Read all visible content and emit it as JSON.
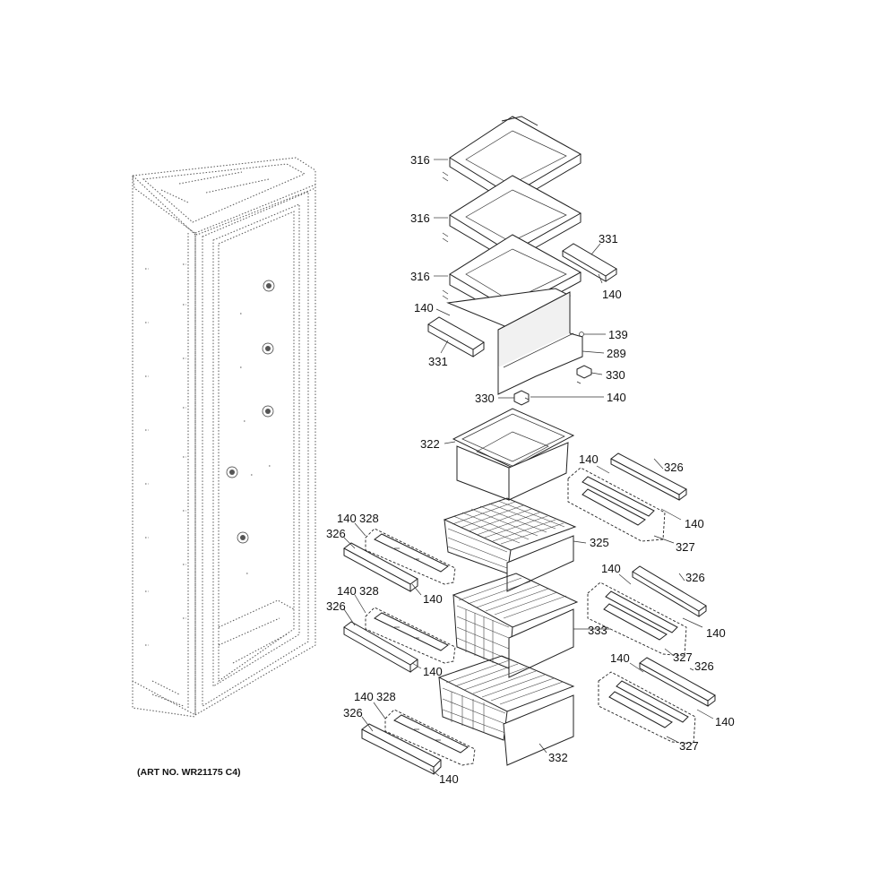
{
  "art_no": "(ART NO. WR21175 C4)",
  "parts": [
    {
      "id": "c316a",
      "text": "316"
    },
    {
      "id": "c316b",
      "text": "316"
    },
    {
      "id": "c316c",
      "text": "316"
    },
    {
      "id": "c331a",
      "text": "331"
    },
    {
      "id": "c140a",
      "text": "140"
    },
    {
      "id": "c140b",
      "text": "140"
    },
    {
      "id": "c139",
      "text": "139"
    },
    {
      "id": "c331b",
      "text": "331"
    },
    {
      "id": "c289",
      "text": "289"
    },
    {
      "id": "c330a",
      "text": "330"
    },
    {
      "id": "c330b",
      "text": "330"
    },
    {
      "id": "c140c",
      "text": "140"
    },
    {
      "id": "c322",
      "text": "322"
    },
    {
      "id": "c140d",
      "text": "140"
    },
    {
      "id": "c326a",
      "text": "326"
    },
    {
      "id": "c140e",
      "text": "140"
    },
    {
      "id": "c327a",
      "text": "327"
    },
    {
      "id": "c325",
      "text": "325"
    },
    {
      "id": "c140f",
      "text": "140"
    },
    {
      "id": "c328a",
      "text": "328"
    },
    {
      "id": "c326b",
      "text": "326"
    },
    {
      "id": "c140g",
      "text": "140"
    },
    {
      "id": "c140h",
      "text": "140"
    },
    {
      "id": "c326c",
      "text": "326"
    },
    {
      "id": "c140i",
      "text": "140"
    },
    {
      "id": "c327b",
      "text": "327"
    },
    {
      "id": "c140j",
      "text": "140"
    },
    {
      "id": "c328b",
      "text": "328"
    },
    {
      "id": "c326d",
      "text": "326"
    },
    {
      "id": "c333",
      "text": "333"
    },
    {
      "id": "c140k",
      "text": "140"
    },
    {
      "id": "c140l",
      "text": "140"
    },
    {
      "id": "c326e",
      "text": "326"
    },
    {
      "id": "c140m",
      "text": "140"
    },
    {
      "id": "c327c",
      "text": "327"
    },
    {
      "id": "c140n",
      "text": "140"
    },
    {
      "id": "c328c",
      "text": "328"
    },
    {
      "id": "c326f",
      "text": "326"
    },
    {
      "id": "c332",
      "text": "332"
    },
    {
      "id": "c140o",
      "text": "140"
    }
  ]
}
